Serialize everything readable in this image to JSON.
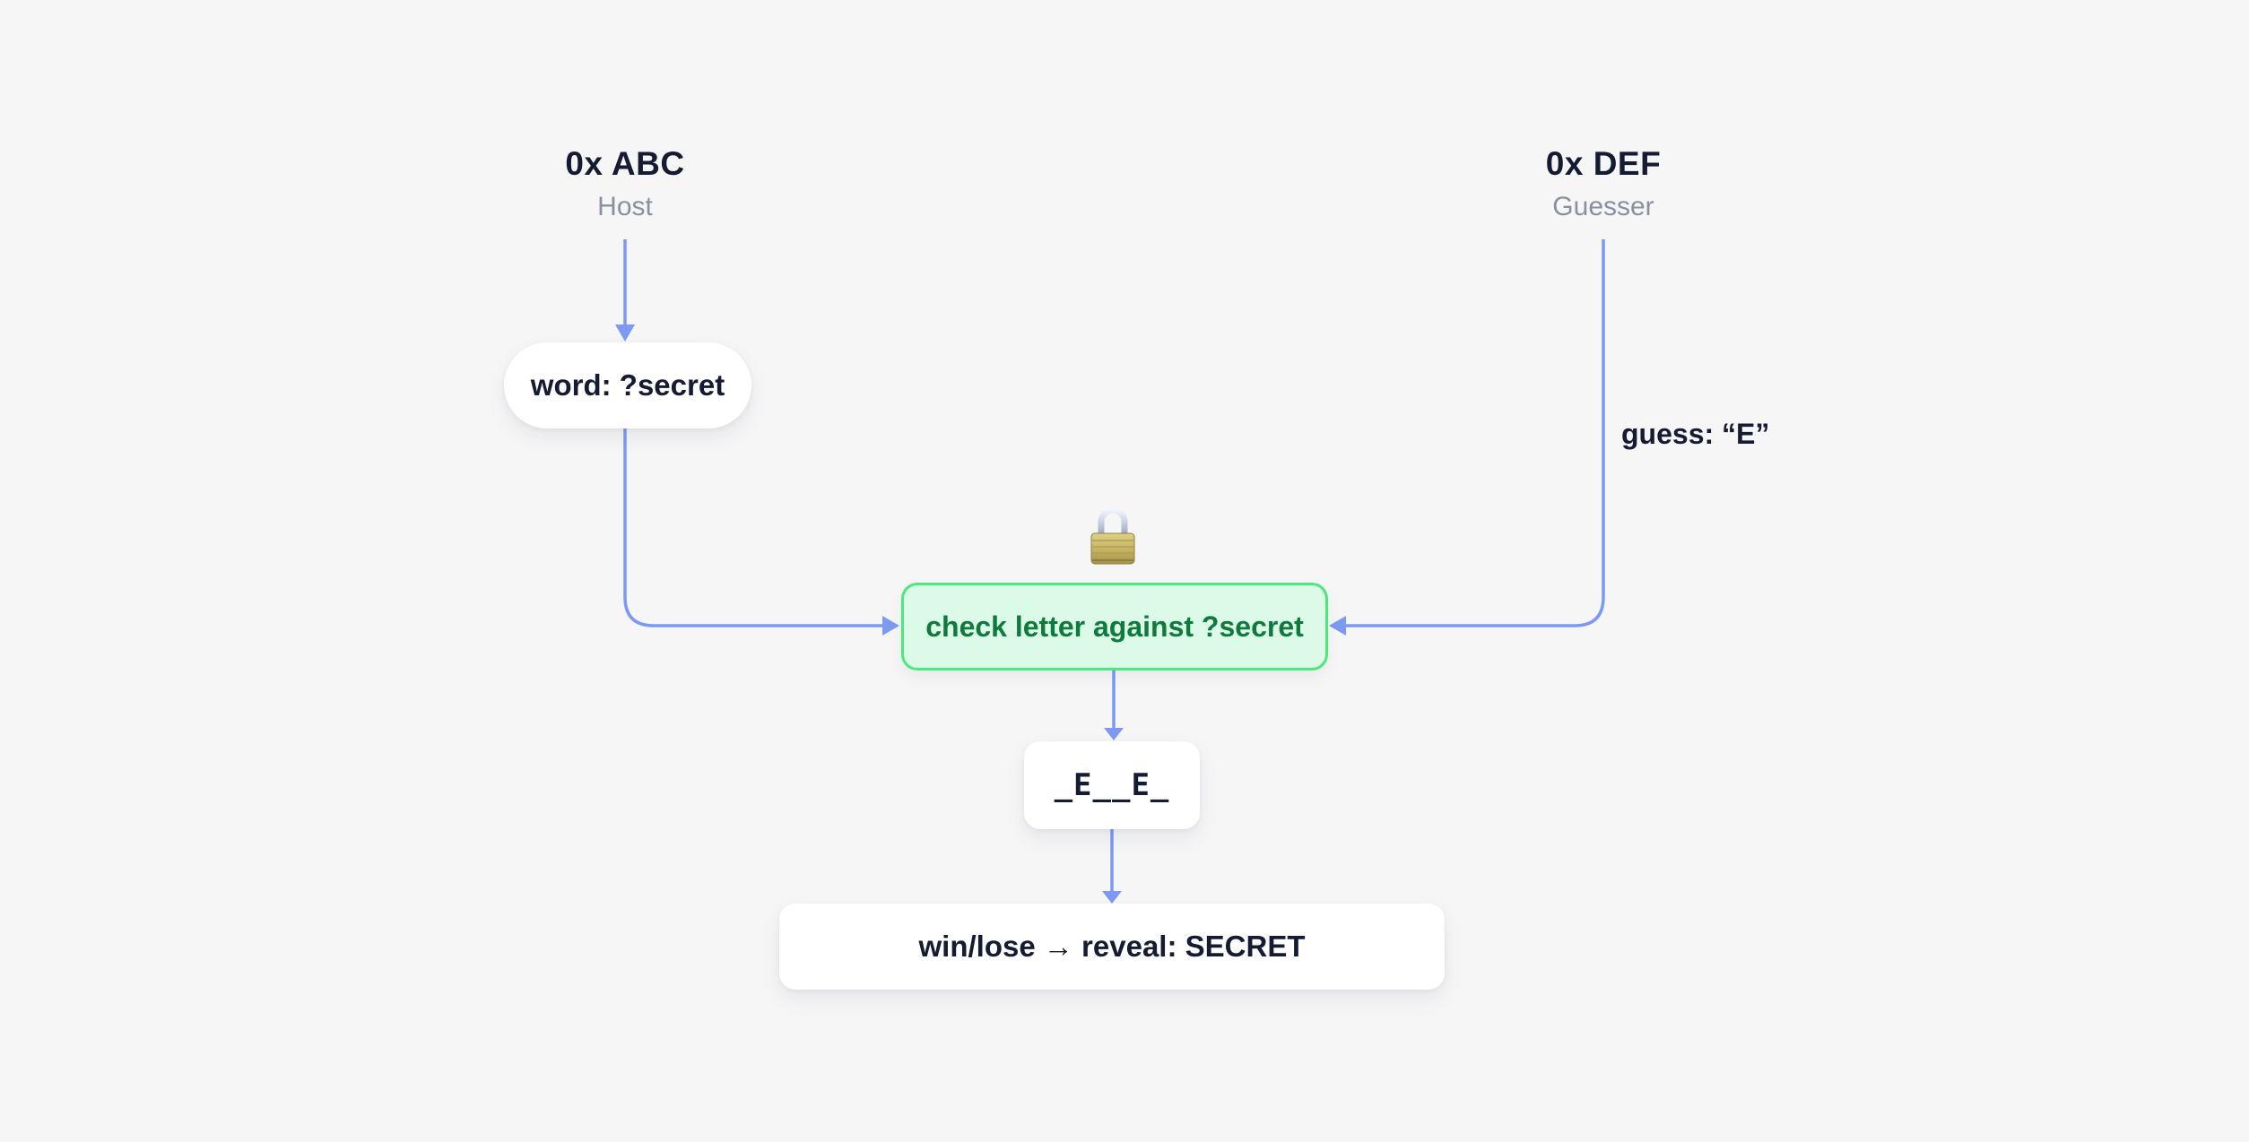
{
  "colors": {
    "bg": "#f6f6f7",
    "connector": "#7d99f2",
    "navy": "#141b33",
    "muted": "#8a90a0",
    "node-bg": "#ffffff",
    "green-border": "#4de87c",
    "green-bg": "#dcfae8",
    "green-text": "#0e7a3c"
  },
  "actors": {
    "host": {
      "address": "0x ABC",
      "role": "Host"
    },
    "guesser": {
      "address": "0x DEF",
      "role": "Guesser"
    }
  },
  "edges": {
    "guess_label": "guess: “E”"
  },
  "nodes": {
    "word": {
      "label": "word: ?secret"
    },
    "check": {
      "label": "check letter against ?secret",
      "icon": "lock-icon"
    },
    "mask": {
      "label": "_E__E_"
    },
    "result": {
      "label": "win/lose → reveal: SECRET"
    }
  }
}
